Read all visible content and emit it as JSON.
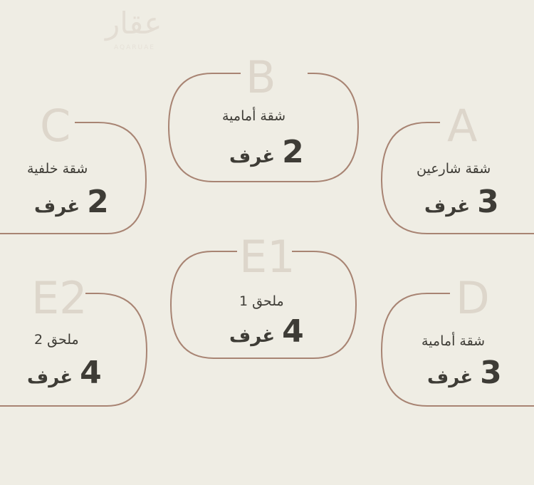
{
  "watermark": {
    "logo": "عقار",
    "sub": "AQARUAE"
  },
  "units": [
    {
      "letter": "B",
      "name": "شقة أمامية",
      "count": "2",
      "unit": "غرف"
    },
    {
      "letter": "C",
      "name": "شقة خلفية",
      "count": "2",
      "unit": "غرف"
    },
    {
      "letter": "A",
      "name": "شقة شارعين",
      "count": "3",
      "unit": "غرف"
    },
    {
      "letter": "E1",
      "name": "ملحق 1",
      "count": "4",
      "unit": "غرف"
    },
    {
      "letter": "E2",
      "name": "ملحق 2",
      "count": "4",
      "unit": "غرف"
    },
    {
      "letter": "D",
      "name": "شقة أمامية",
      "count": "3",
      "unit": "غرف"
    }
  ]
}
